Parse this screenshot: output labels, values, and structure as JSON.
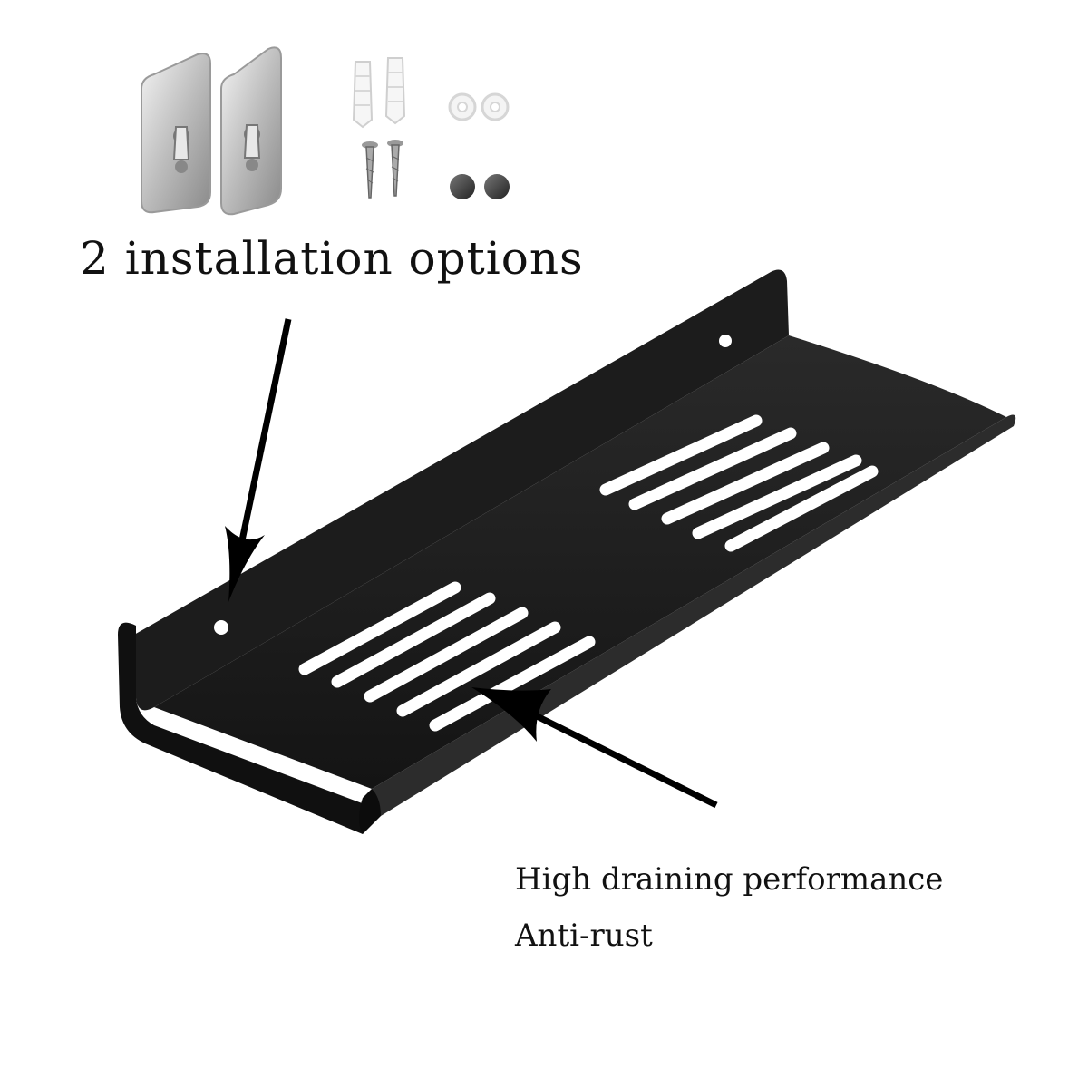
{
  "captions": {
    "installation": "2 installation options",
    "draining": "High draining performance",
    "rust": "Anti-rust"
  },
  "colors": {
    "shelf": "#151515",
    "shelf_edge": "#2b2b2b",
    "hardware_steel": "#d2d2d2",
    "arrow": "#000000"
  },
  "icons": [
    "adhesive-hook-icon",
    "wall-anchor-icon",
    "screw-icon",
    "washer-icon",
    "screw-cap-icon"
  ]
}
